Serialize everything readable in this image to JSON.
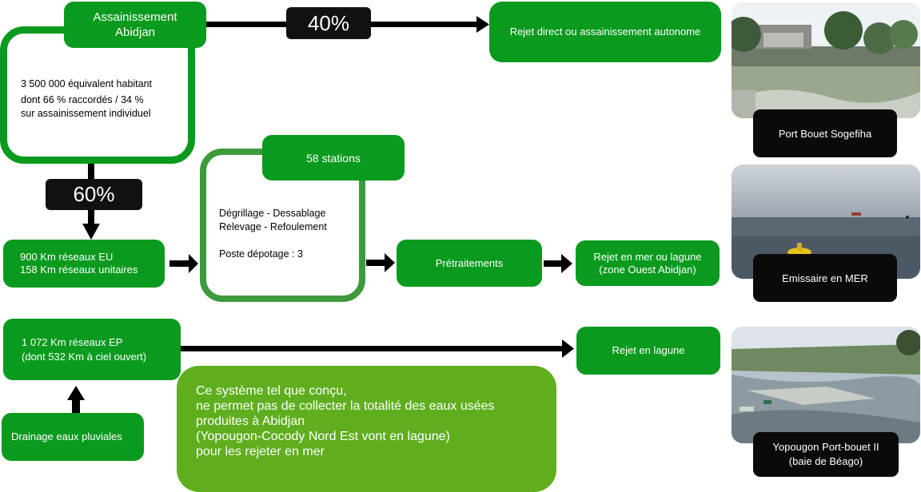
{
  "title_box": {
    "line1": "Assainissement",
    "line2": "Abidjan"
  },
  "population": {
    "line1": "3 500 000 équivalent habitant",
    "line2": "dont 66 % raccordés / 34 %",
    "line3": "sur assainissement individuel"
  },
  "pct_top": "40%",
  "pct_down": "60%",
  "rejet_direct": "Rejet direct ou assainissement autonome",
  "reseaux_eu": {
    "line1": "900 Km réseaux EU",
    "line2": "158 Km réseaux unitaires"
  },
  "stations": {
    "title": "58 stations",
    "line1": "Dégrillage - Dessablage",
    "line2": "Relevage - Refoulement",
    "line3": "Poste dépotage : 3"
  },
  "pretraitements": "Prétraitements",
  "rejet_mer": {
    "line1": "Rejet en mer ou lagune",
    "line2": "(zone Ouest Abidjan)"
  },
  "reseaux_ep": {
    "line1": "1 072 Km réseaux EP",
    "line2": "(dont 532 Km à ciel ouvert)"
  },
  "rejet_lagune": "Rejet en lagune",
  "drainage": "Drainage eaux pluviales",
  "note": {
    "line1": "Ce système tel que conçu,",
    "line2": "ne permet pas de collecter la totalité des eaux usées",
    "line3": "produites à Abidjan",
    "line4": "(Yopougon-Cocody  Nord Est vont en lagune)",
    "line5": "pour les rejeter en mer"
  },
  "photos": {
    "port_bouet": "Port Bouet Sogefiha",
    "emissaire": "Emissaire en MER",
    "yopougon_line1": "Yopougon Port-bouet II",
    "yopougon_line2": "(baie de Béago)"
  },
  "colors": {
    "green": "#0a9a1e",
    "light_green": "#5fae1e",
    "black": "#000000"
  }
}
